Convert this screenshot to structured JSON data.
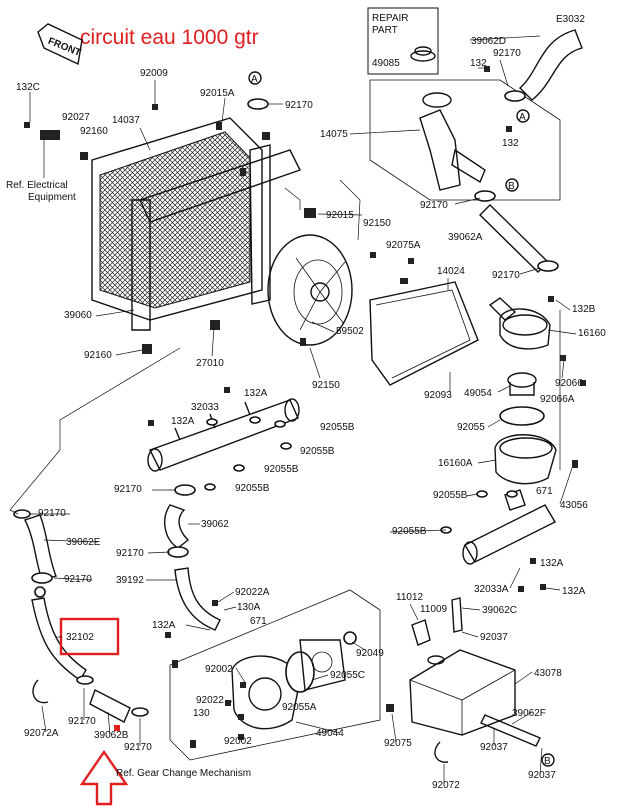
{
  "title": "circuit eau 1000 gtr",
  "diagram_code": "E3032",
  "front_tag": "FRONT",
  "repair_box": {
    "line1": "REPAIR",
    "line2": "PART",
    "part": "49085"
  },
  "refs": {
    "electrical": [
      "Ref. Electrical",
      "Equipment"
    ],
    "gear_change": "Ref. Gear Change Mechanism"
  },
  "markers": {
    "a": "A",
    "b": "B"
  },
  "highlight_color": "#e02020",
  "highlighted_parts": [
    "32102",
    "39062B"
  ],
  "labels": {
    "l132c": "132C",
    "l92027": "92027",
    "l92160a": "92160",
    "l14037": "14037",
    "l92009": "92009",
    "l92015a": "92015A",
    "l92170a": "92170",
    "l39062d": "39062D",
    "l92170b": "92170",
    "l132a_top": "132",
    "l132b_top": "132",
    "l14075": "14075",
    "l92170c": "92170",
    "l92015": "92015",
    "l92150a": "92150",
    "l92075a": "92075A",
    "l39062a": "39062A",
    "l14024": "14024",
    "l92170d": "92170",
    "l39060": "39060",
    "l132b": "132B",
    "l16160": "16160",
    "l92160b": "92160",
    "l27010": "27010",
    "l59502": "59502",
    "l92150b": "92150",
    "l92066": "92066",
    "l92093": "92093",
    "l49054": "49054",
    "l92066a": "92066A",
    "l132a_1": "132A",
    "l32033": "32033",
    "l132a_2": "132A",
    "l92055b_1": "92055B",
    "l92055b_2": "92055B",
    "l92055b_3": "92055B",
    "l92055b_4": "92055B",
    "l92055": "92055",
    "l16160a": "16160A",
    "l92055b_5": "92055B",
    "l671a": "671",
    "l43056": "43056",
    "l92170e": "92170",
    "l92170f": "92170",
    "l39062": "39062",
    "l39062e": "39062E",
    "l92170g": "92170",
    "l92055b_6": "92055B",
    "l92170h": "92170",
    "l39192": "39192",
    "l92022a": "92022A",
    "l130a": "130A",
    "l32033a": "32033A",
    "l132a_3": "132A",
    "l132a_4": "132A",
    "l132a_5": "132A",
    "l671b": "671",
    "l11012": "11012",
    "l11009": "11009",
    "l39062c": "39062C",
    "l32102": "32102",
    "l92037a": "92037",
    "l92049": "92049",
    "l43078": "43078",
    "l92002a": "92002",
    "l92055c": "92055C",
    "l92022": "92022",
    "l130": "130",
    "l92055a": "92055A",
    "l92072a": "92072A",
    "l92170i": "92170",
    "l39062b": "39062B",
    "l92170j": "92170",
    "l92002b": "92002",
    "l49044": "49044",
    "l92075": "92075",
    "l39062f": "39062F",
    "l92037b": "92037",
    "l92072": "92072",
    "l92037c": "92037"
  }
}
